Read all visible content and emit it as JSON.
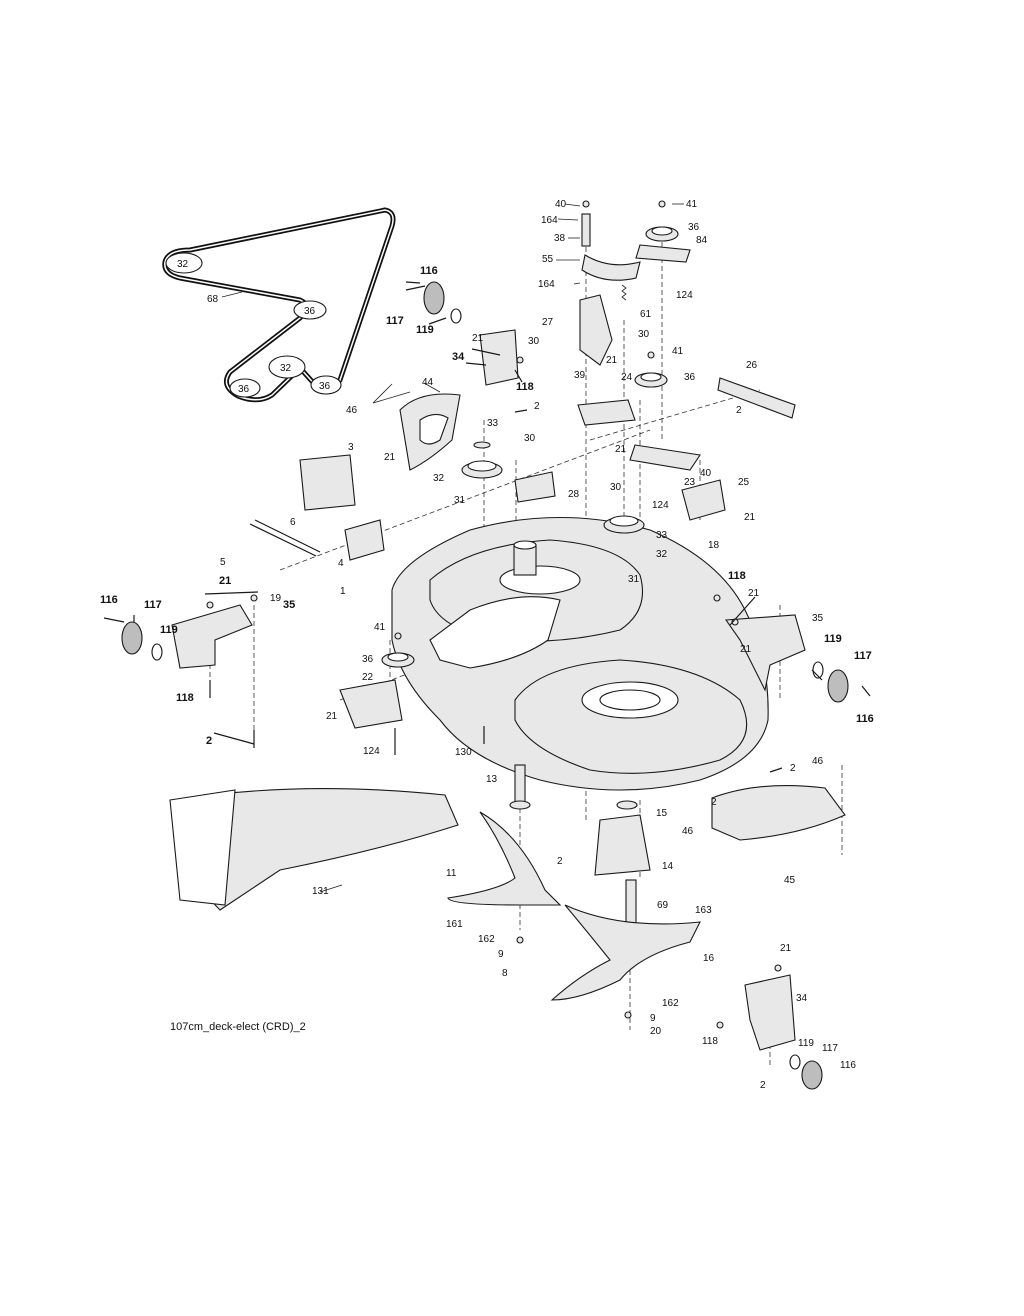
{
  "diagram": {
    "reference_code": "107cm_deck-elect (CRD)_2",
    "belt_pulley_labels": [
      "32",
      "36",
      "32",
      "36",
      "36"
    ],
    "callouts": [
      {
        "id": "c1",
        "text": "40",
        "bold": false
      },
      {
        "id": "c2",
        "text": "41",
        "bold": false
      },
      {
        "id": "c3",
        "text": "164",
        "bold": false
      },
      {
        "id": "c4",
        "text": "36",
        "bold": false
      },
      {
        "id": "c5",
        "text": "84",
        "bold": false
      },
      {
        "id": "c6",
        "text": "38",
        "bold": false
      },
      {
        "id": "c7",
        "text": "55",
        "bold": false
      },
      {
        "id": "c8",
        "text": "164",
        "bold": false
      },
      {
        "id": "c9",
        "text": "124",
        "bold": false
      },
      {
        "id": "c10",
        "text": "116",
        "bold": true
      },
      {
        "id": "c11",
        "text": "68",
        "bold": false
      },
      {
        "id": "c12",
        "text": "61",
        "bold": false
      },
      {
        "id": "c13",
        "text": "117",
        "bold": true
      },
      {
        "id": "c14",
        "text": "119",
        "bold": true
      },
      {
        "id": "c15",
        "text": "27",
        "bold": false
      },
      {
        "id": "c16",
        "text": "30",
        "bold": false
      },
      {
        "id": "c17",
        "text": "21",
        "bold": false
      },
      {
        "id": "c18",
        "text": "30",
        "bold": false
      },
      {
        "id": "c19",
        "text": "21",
        "bold": false
      },
      {
        "id": "c20",
        "text": "41",
        "bold": false
      },
      {
        "id": "c21",
        "text": "34",
        "bold": true
      },
      {
        "id": "c22",
        "text": "39",
        "bold": false
      },
      {
        "id": "c23",
        "text": "24",
        "bold": false
      },
      {
        "id": "c24",
        "text": "36",
        "bold": false
      },
      {
        "id": "c25",
        "text": "26",
        "bold": false
      },
      {
        "id": "c26",
        "text": "118",
        "bold": true
      },
      {
        "id": "c27",
        "text": "44",
        "bold": false
      },
      {
        "id": "c28",
        "text": "46",
        "bold": false
      },
      {
        "id": "c29",
        "text": "2",
        "bold": false
      },
      {
        "id": "c30",
        "text": "2",
        "bold": false
      },
      {
        "id": "c31",
        "text": "33",
        "bold": false
      },
      {
        "id": "c32",
        "text": "30",
        "bold": false
      },
      {
        "id": "c33",
        "text": "21",
        "bold": false
      },
      {
        "id": "c34",
        "text": "3",
        "bold": false
      },
      {
        "id": "c35",
        "text": "32",
        "bold": false
      },
      {
        "id": "c36",
        "text": "23",
        "bold": false
      },
      {
        "id": "c37",
        "text": "40",
        "bold": false
      },
      {
        "id": "c38",
        "text": "31",
        "bold": false
      },
      {
        "id": "c39",
        "text": "28",
        "bold": false
      },
      {
        "id": "c40",
        "text": "30",
        "bold": false
      },
      {
        "id": "c41",
        "text": "25",
        "bold": false
      },
      {
        "id": "c42",
        "text": "21",
        "bold": false
      },
      {
        "id": "c43",
        "text": "124",
        "bold": false
      },
      {
        "id": "c44",
        "text": "21",
        "bold": false
      },
      {
        "id": "c45",
        "text": "6",
        "bold": false
      },
      {
        "id": "c46",
        "text": "33",
        "bold": false
      },
      {
        "id": "c47",
        "text": "18",
        "bold": false
      },
      {
        "id": "c48",
        "text": "5",
        "bold": false
      },
      {
        "id": "c49",
        "text": "4",
        "bold": false
      },
      {
        "id": "c50",
        "text": "32",
        "bold": false
      },
      {
        "id": "c51",
        "text": "31",
        "bold": false
      },
      {
        "id": "c52",
        "text": "21",
        "bold": true
      },
      {
        "id": "c53",
        "text": "19",
        "bold": false
      },
      {
        "id": "c54",
        "text": "118",
        "bold": true
      },
      {
        "id": "c55",
        "text": "1",
        "bold": false
      },
      {
        "id": "c56",
        "text": "116",
        "bold": true
      },
      {
        "id": "c57",
        "text": "117",
        "bold": true
      },
      {
        "id": "c58",
        "text": "35",
        "bold": true
      },
      {
        "id": "c59",
        "text": "21",
        "bold": false
      },
      {
        "id": "c60",
        "text": "35",
        "bold": false
      },
      {
        "id": "c61",
        "text": "119",
        "bold": true
      },
      {
        "id": "c62",
        "text": "41",
        "bold": false
      },
      {
        "id": "c63",
        "text": "119",
        "bold": true
      },
      {
        "id": "c64",
        "text": "21",
        "bold": false
      },
      {
        "id": "c65",
        "text": "117",
        "bold": true
      },
      {
        "id": "c66",
        "text": "36",
        "bold": false
      },
      {
        "id": "c67",
        "text": "22",
        "bold": false
      },
      {
        "id": "c68",
        "text": "118",
        "bold": true
      },
      {
        "id": "c69",
        "text": "116",
        "bold": true
      },
      {
        "id": "c70",
        "text": "21",
        "bold": false
      },
      {
        "id": "c71",
        "text": "2",
        "bold": true
      },
      {
        "id": "c72",
        "text": "124",
        "bold": false
      },
      {
        "id": "c73",
        "text": "130",
        "bold": false
      },
      {
        "id": "c74",
        "text": "46",
        "bold": false
      },
      {
        "id": "c75",
        "text": "2",
        "bold": false
      },
      {
        "id": "c76",
        "text": "13",
        "bold": false
      },
      {
        "id": "c77",
        "text": "2",
        "bold": false
      },
      {
        "id": "c78",
        "text": "15",
        "bold": false
      },
      {
        "id": "c79",
        "text": "46",
        "bold": false
      },
      {
        "id": "c80",
        "text": "2",
        "bold": false
      },
      {
        "id": "c81",
        "text": "14",
        "bold": false
      },
      {
        "id": "c82",
        "text": "11",
        "bold": false
      },
      {
        "id": "c83",
        "text": "45",
        "bold": false
      },
      {
        "id": "c84",
        "text": "131",
        "bold": false
      },
      {
        "id": "c85",
        "text": "69",
        "bold": false
      },
      {
        "id": "c86",
        "text": "161",
        "bold": false
      },
      {
        "id": "c87",
        "text": "163",
        "bold": false
      },
      {
        "id": "c88",
        "text": "162",
        "bold": false
      },
      {
        "id": "c89",
        "text": "9",
        "bold": false
      },
      {
        "id": "c90",
        "text": "16",
        "bold": false
      },
      {
        "id": "c91",
        "text": "8",
        "bold": false
      },
      {
        "id": "c92",
        "text": "21",
        "bold": false
      },
      {
        "id": "c93",
        "text": "162",
        "bold": false
      },
      {
        "id": "c94",
        "text": "34",
        "bold": false
      },
      {
        "id": "c95",
        "text": "9",
        "bold": false
      },
      {
        "id": "c96",
        "text": "20",
        "bold": false
      },
      {
        "id": "c97",
        "text": "118",
        "bold": false
      },
      {
        "id": "c98",
        "text": "119",
        "bold": false
      },
      {
        "id": "c99",
        "text": "117",
        "bold": false
      },
      {
        "id": "c100",
        "text": "116",
        "bold": false
      },
      {
        "id": "c101",
        "text": "2",
        "bold": false
      }
    ]
  }
}
